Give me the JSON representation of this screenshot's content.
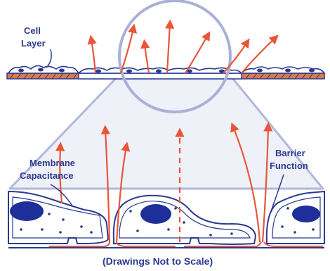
{
  "labels": {
    "cell_layer_line1": "Cell",
    "cell_layer_line2": "Layer",
    "membrane_line1": "Membrane",
    "membrane_line2": "Capacitance",
    "barrier_line1": "Barrier",
    "barrier_line2": "Function",
    "caption": "(Drawings Not to Scale)"
  },
  "colors": {
    "outline": "#2b3a8f",
    "nucleus": "#1f2f9a",
    "current": "#e8563a",
    "electrode": "#d97a4a",
    "magnifier": "#aab0d8"
  }
}
